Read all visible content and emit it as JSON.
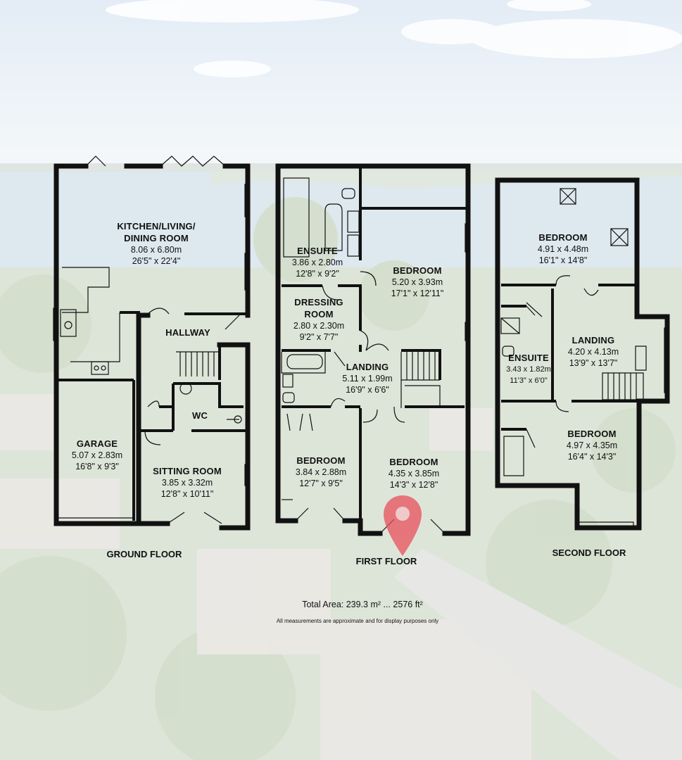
{
  "rooms": {
    "kitchen": {
      "name": "KITCHEN/LIVING/",
      "name2": "DINING ROOM",
      "metric": "8.06 x 6.80m",
      "imperial": "26'5\" x 22'4\""
    },
    "hallway": {
      "name": "HALLWAY"
    },
    "wc": {
      "name": "WC"
    },
    "garage": {
      "name": "GARAGE",
      "metric": "5.07 x 2.83m",
      "imperial": "16'8\" x 9'3\""
    },
    "sitting": {
      "name": "SITTING ROOM",
      "metric": "3.85 x 3.32m",
      "imperial": "12'8\" x 10'11\""
    },
    "ensuite1": {
      "name": "ENSUITE",
      "metric": "3.86 x 2.80m",
      "imperial": "12'8\" x 9'2\""
    },
    "bedroom1": {
      "name": "BEDROOM",
      "metric": "5.20 x 3.93m",
      "imperial": "17'1\" x 12'11\""
    },
    "dressing": {
      "name": "DRESSING",
      "name2": "ROOM",
      "metric": "2.80 x 2.30m",
      "imperial": "9'2\" x 7'7\""
    },
    "landing1": {
      "name": "LANDING",
      "metric": "5.11 x 1.99m",
      "imperial": "16'9\" x 6'6\""
    },
    "bedroom2": {
      "name": "BEDROOM",
      "metric": "3.84 x 2.88m",
      "imperial": "12'7\" x 9'5\""
    },
    "bedroom3": {
      "name": "BEDROOM",
      "metric": "4.35 x 3.85m",
      "imperial": "14'3\" x 12'8\""
    },
    "bedroom4": {
      "name": "BEDROOM",
      "metric": "4.91 x 4.48m",
      "imperial": "16'1\" x 14'8\""
    },
    "landing2": {
      "name": "LANDING",
      "metric": "4.20 x 4.13m",
      "imperial": "13'9\" x 13'7\""
    },
    "ensuite2": {
      "name": "ENSUITE",
      "metric": "3.43 x 1.82m",
      "imperial": "11'3\" x 6'0\""
    },
    "bedroom5": {
      "name": "BEDROOM",
      "metric": "4.97 x 4.35m",
      "imperial": "16'4\" x 14'3\""
    }
  },
  "floors": {
    "ground": "GROUND FLOOR",
    "first": "FIRST FLOOR",
    "second": "SECOND FLOOR"
  },
  "total_area": "Total Area: 239.3 m² ... 2576 ft²",
  "disclaimer": "All measurements are approximate and for display purposes only",
  "colors": {
    "wall": "#111111",
    "pin": "#e8505b",
    "sky": "#dfe9f3",
    "sea": "#c9dbe6",
    "trees": "#b9c9ad"
  },
  "icons": [
    "location-pin-icon"
  ]
}
